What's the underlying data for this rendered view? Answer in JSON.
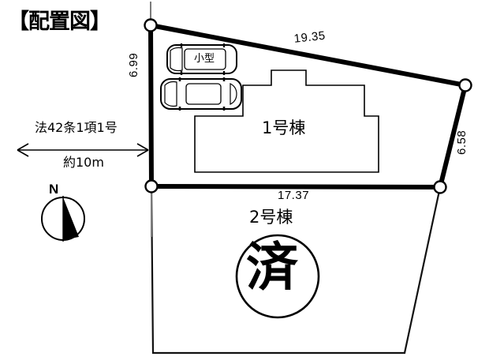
{
  "document": {
    "title": "【配置図】",
    "type": "site-plan"
  },
  "dimensions": {
    "top_edge": "19.35",
    "left_edge": "6.99",
    "right_edge": "6.58",
    "bottom_edge": "17.37"
  },
  "road": {
    "code_label": "法42条1項1号",
    "width_label": "約10m"
  },
  "buildings": [
    {
      "id": "building-1",
      "label": "1号棟"
    },
    {
      "id": "building-2",
      "label": "2号棟"
    }
  ],
  "stamp": {
    "label": "済",
    "shape": "circle"
  },
  "parking": {
    "compact_label": "小型",
    "stalls": 2
  },
  "compass": {
    "label": "N",
    "icon": "north-arrow-icon"
  },
  "colors": {
    "line": "#000000",
    "fill": "#ffffff",
    "thin_line": "#111111",
    "guide_line": "#7a7a7a"
  }
}
